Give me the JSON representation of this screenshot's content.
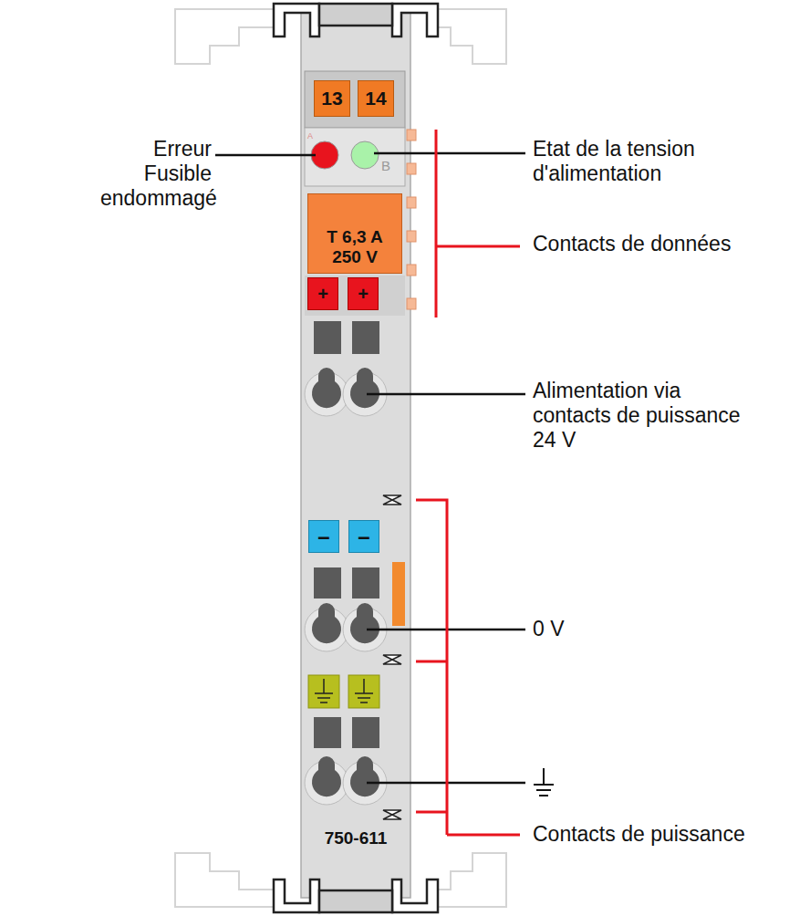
{
  "diagram": {
    "nodes": [
      {
        "text": [
          "750-611"
        ]
      },
      {
        "text": [
          "13"
        ],
        "in": 0
      },
      {
        "text": [
          "14"
        ],
        "in": 0
      },
      {
        "text": [
          "A"
        ],
        "in": 0
      },
      {
        "text": [
          "B"
        ],
        "in": 0
      },
      {
        "text": [
          "T 6,3 A 250 V"
        ],
        "in": 0
      },
      {
        "text": [
          "+"
        ],
        "in": 0
      },
      {
        "text": [
          "+"
        ],
        "in": 0
      },
      {
        "text": [
          "–"
        ],
        "in": 0
      },
      {
        "text": [
          "–"
        ],
        "in": 0
      }
    ],
    "labels": [
      "Erreur Fusible endommagé",
      "Etat de la tension d'alimentation",
      "Contacts de données",
      "Alimentation via contacts de puissance 24 V",
      "0 V",
      "Contacts de puissance"
    ]
  }
}
